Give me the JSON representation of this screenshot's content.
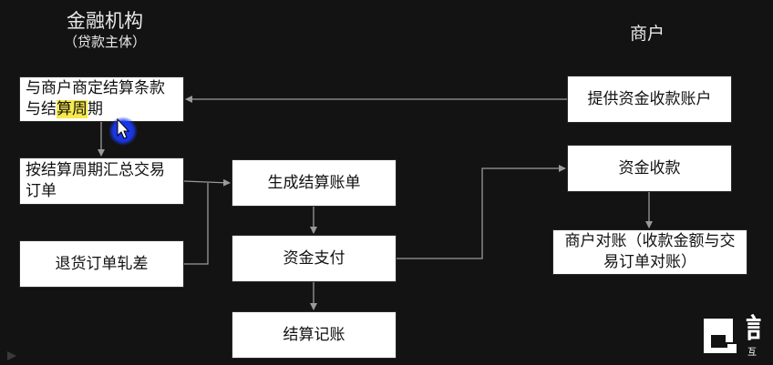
{
  "headers": {
    "left_title": "金融机构",
    "left_subtitle": "（贷款主体）",
    "right_title": "商户"
  },
  "boxes": {
    "negotiate_prefix": "与商户商定结算条款与结",
    "negotiate_highlight": "算周",
    "negotiate_suffix": "期",
    "summarize": "按结算周期汇总交易订单",
    "return_offset": "退货订单轧差",
    "generate_bill": "生成结算账单",
    "fund_payment": "资金支付",
    "settlement_record": "结算记账",
    "provide_account": "提供资金收款账户",
    "fund_receipt": "资金收款",
    "reconcile": "商户对账（收款金额与交易订单对账）"
  },
  "logo": {
    "char": "訁",
    "sub": "互"
  },
  "colors": {
    "background": "#131313",
    "box_fill": "#ffffff",
    "connector": "#9a9a9a",
    "highlight": "#f6e94c",
    "cursor_halo": "#1a3cff"
  },
  "icons": {
    "cursor": "mouse-pointer-icon",
    "logo": "brand-logo-icon",
    "play": "play-triangle-icon"
  }
}
